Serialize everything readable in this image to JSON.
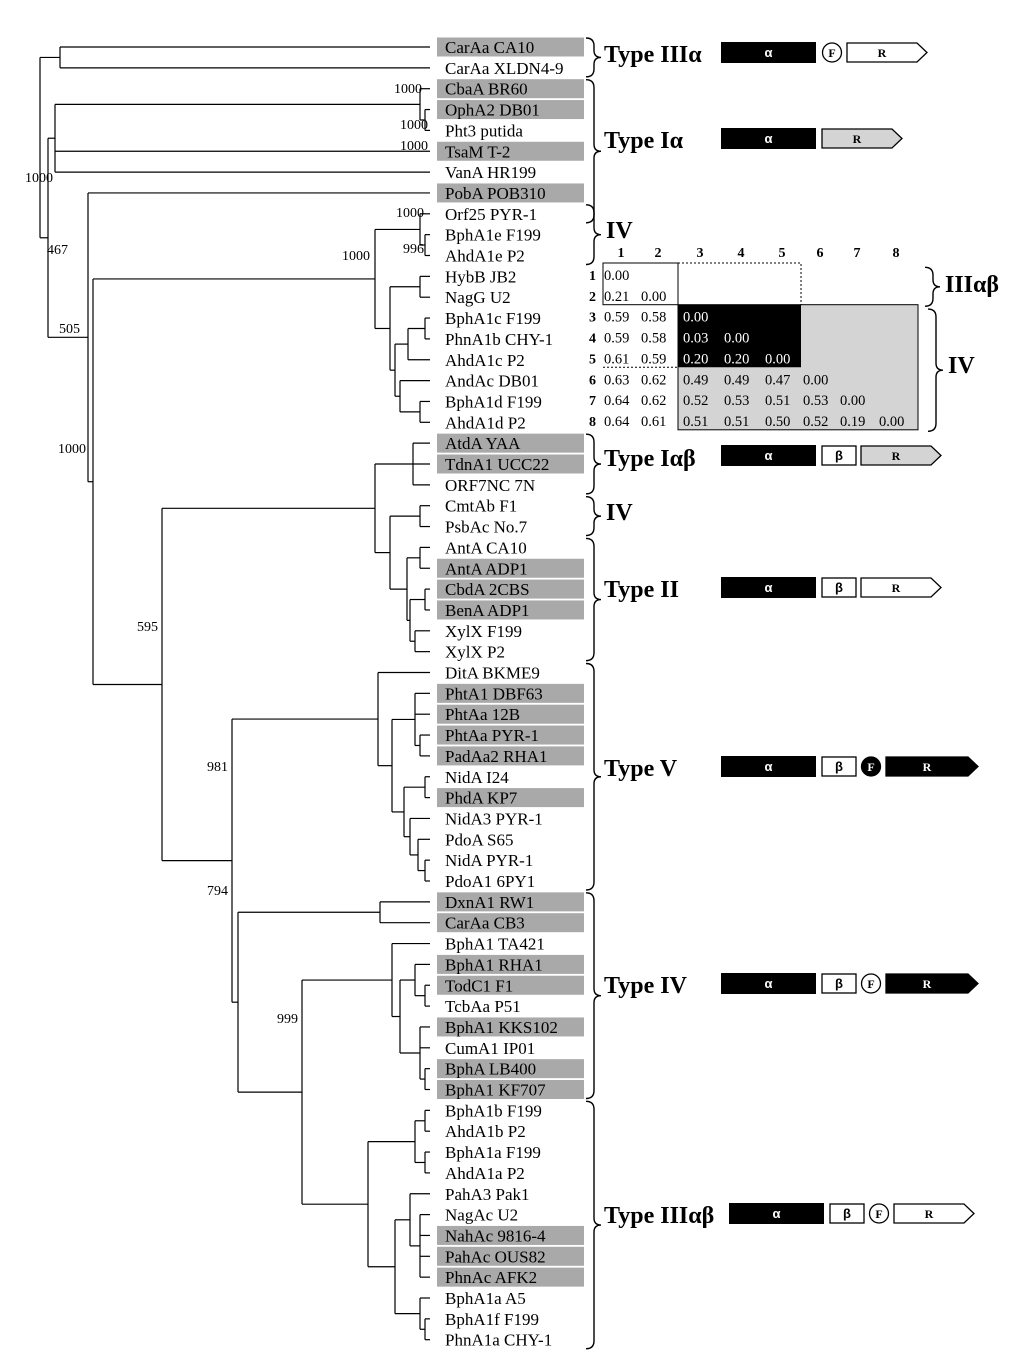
{
  "tree": {
    "leaves": [
      {
        "label": "CarAa CA10",
        "highlight": true
      },
      {
        "label": "CarAa XLDN4-9",
        "highlight": false
      },
      {
        "label": "CbaA BR60",
        "highlight": true
      },
      {
        "label": "OphA2 DB01",
        "highlight": true
      },
      {
        "label": "Pht3 putida",
        "highlight": false
      },
      {
        "label": "TsaM T-2",
        "highlight": true
      },
      {
        "label": "VanA HR199",
        "highlight": false
      },
      {
        "label": "PobA POB310",
        "highlight": true
      },
      {
        "label": "Orf25 PYR-1",
        "highlight": false
      },
      {
        "label": "BphA1e F199",
        "highlight": false
      },
      {
        "label": "AhdA1e P2",
        "highlight": false
      },
      {
        "label": "HybB JB2",
        "highlight": false
      },
      {
        "label": "NagG U2",
        "highlight": false
      },
      {
        "label": "BphA1c F199",
        "highlight": false
      },
      {
        "label": "PhnA1b CHY-1",
        "highlight": false
      },
      {
        "label": "AhdA1c P2",
        "highlight": false
      },
      {
        "label": "AndAc DB01",
        "highlight": false
      },
      {
        "label": "BphA1d F199",
        "highlight": false
      },
      {
        "label": "AhdA1d P2",
        "highlight": false
      },
      {
        "label": "AtdA YAA",
        "highlight": true
      },
      {
        "label": "TdnA1 UCC22",
        "highlight": true
      },
      {
        "label": "ORF7NC 7N",
        "highlight": false
      },
      {
        "label": "CmtAb F1",
        "highlight": false
      },
      {
        "label": "PsbAc No.7",
        "highlight": false
      },
      {
        "label": "AntA CA10",
        "highlight": false
      },
      {
        "label": "AntA ADP1",
        "highlight": true
      },
      {
        "label": "CbdA 2CBS",
        "highlight": true
      },
      {
        "label": "BenA ADP1",
        "highlight": true
      },
      {
        "label": "XylX F199",
        "highlight": false
      },
      {
        "label": "XylX P2",
        "highlight": false
      },
      {
        "label": "DitA BKME9",
        "highlight": false
      },
      {
        "label": "PhtA1 DBF63",
        "highlight": true
      },
      {
        "label": "PhtAa 12B",
        "highlight": true
      },
      {
        "label": "PhtAa PYR-1",
        "highlight": true
      },
      {
        "label": "PadAa2 RHA1",
        "highlight": true
      },
      {
        "label": "NidA I24",
        "highlight": false
      },
      {
        "label": "PhdA KP7",
        "highlight": true
      },
      {
        "label": "NidA3 PYR-1",
        "highlight": false
      },
      {
        "label": "PdoA S65",
        "highlight": false
      },
      {
        "label": "NidA PYR-1",
        "highlight": false
      },
      {
        "label": "PdoA1 6PY1",
        "highlight": false
      },
      {
        "label": "DxnA1 RW1",
        "highlight": true
      },
      {
        "label": "CarAa CB3",
        "highlight": true
      },
      {
        "label": "BphA1 TA421",
        "highlight": false
      },
      {
        "label": "BphA1 RHA1",
        "highlight": true
      },
      {
        "label": "TodC1 F1",
        "highlight": true
      },
      {
        "label": "TcbAa P51",
        "highlight": false
      },
      {
        "label": "BphA1 KKS102",
        "highlight": true
      },
      {
        "label": "CumA1 IP01",
        "highlight": false
      },
      {
        "label": "BphA LB400",
        "highlight": true
      },
      {
        "label": "BphA1 KF707",
        "highlight": true
      },
      {
        "label": "BphA1b F199",
        "highlight": false
      },
      {
        "label": "AhdA1b P2",
        "highlight": false
      },
      {
        "label": "BphA1a F199",
        "highlight": false
      },
      {
        "label": "AhdA1a P2",
        "highlight": false
      },
      {
        "label": "PahA3 Pak1",
        "highlight": false
      },
      {
        "label": "NagAc U2",
        "highlight": false
      },
      {
        "label": "NahAc 9816-4",
        "highlight": true
      },
      {
        "label": "PahAc OUS82",
        "highlight": true
      },
      {
        "label": "PhnAc AFK2",
        "highlight": true
      },
      {
        "label": "BphA1a A5",
        "highlight": false
      },
      {
        "label": "BphA1f F199",
        "highlight": false
      },
      {
        "label": "PhnA1a CHY-1",
        "highlight": false
      }
    ],
    "bootstrap": [
      "1000",
      "1000",
      "1000",
      "1000",
      "467",
      "505",
      "1000",
      "1000",
      "996",
      "1000",
      "595",
      "981",
      "794",
      "999"
    ]
  },
  "groups": [
    {
      "label": "Type IIIα",
      "domains": [
        "α",
        "F",
        "R"
      ]
    },
    {
      "label": "Type Iα",
      "domains": [
        "α",
        "R"
      ]
    },
    {
      "label": "IV",
      "domains": []
    },
    {
      "label": "IIIαβ",
      "domains": []
    },
    {
      "label": "IV",
      "domains": []
    },
    {
      "label": "Type Iαβ",
      "domains": [
        "α",
        "β",
        "R"
      ]
    },
    {
      "label": "IV",
      "domains": []
    },
    {
      "label": "Type II",
      "domains": [
        "α",
        "β",
        "R"
      ]
    },
    {
      "label": "Type V",
      "domains": [
        "α",
        "β",
        "F",
        "R"
      ]
    },
    {
      "label": "Type IV",
      "domains": [
        "α",
        "β",
        "F",
        "R"
      ]
    },
    {
      "label": "Type IIIαβ",
      "domains": [
        "α",
        "β",
        "F",
        "R"
      ]
    }
  ],
  "matrix": {
    "headers": [
      "1",
      "2",
      "3",
      "4",
      "5",
      "6",
      "7",
      "8"
    ],
    "rows": [
      [
        "0.00"
      ],
      [
        "0.21",
        "0.00"
      ],
      [
        "0.59",
        "0.58",
        "0.00"
      ],
      [
        "0.59",
        "0.58",
        "0.03",
        "0.00"
      ],
      [
        "0.61",
        "0.59",
        "0.20",
        "0.20",
        "0.00"
      ],
      [
        "0.63",
        "0.62",
        "0.49",
        "0.49",
        "0.47",
        "0.00"
      ],
      [
        "0.64",
        "0.62",
        "0.52",
        "0.53",
        "0.51",
        "0.53",
        "0.00"
      ],
      [
        "0.64",
        "0.61",
        "0.51",
        "0.51",
        "0.50",
        "0.52",
        "0.19",
        "0.00"
      ]
    ]
  },
  "colors": {
    "highlight": "#a9a9a9",
    "dark": "#000000",
    "light": "#d4d4d4"
  }
}
